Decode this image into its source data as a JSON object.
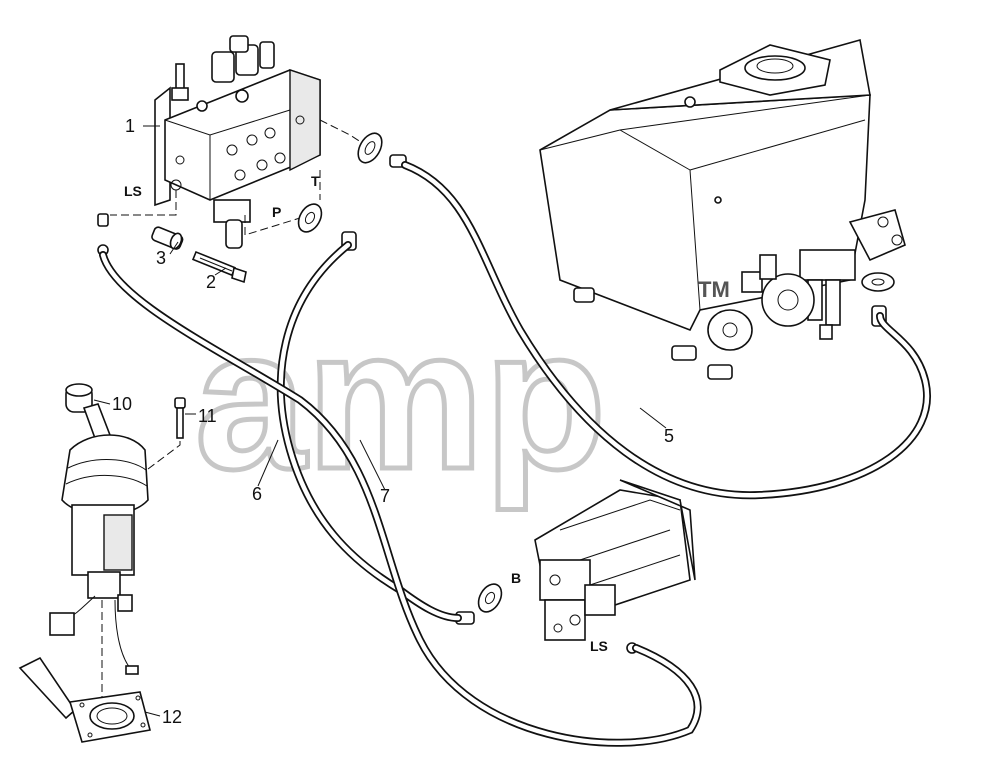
{
  "watermark": {
    "text": "amp"
  },
  "callouts": [
    "1",
    "2",
    "3",
    "5",
    "6",
    "7",
    "10",
    "11",
    "12"
  ],
  "ports": {
    "ls_valve": "LS",
    "p_valve": "P",
    "t_valve": "T",
    "b_pump": "B",
    "ls_pump": "LS"
  },
  "tank_mark": "TM"
}
